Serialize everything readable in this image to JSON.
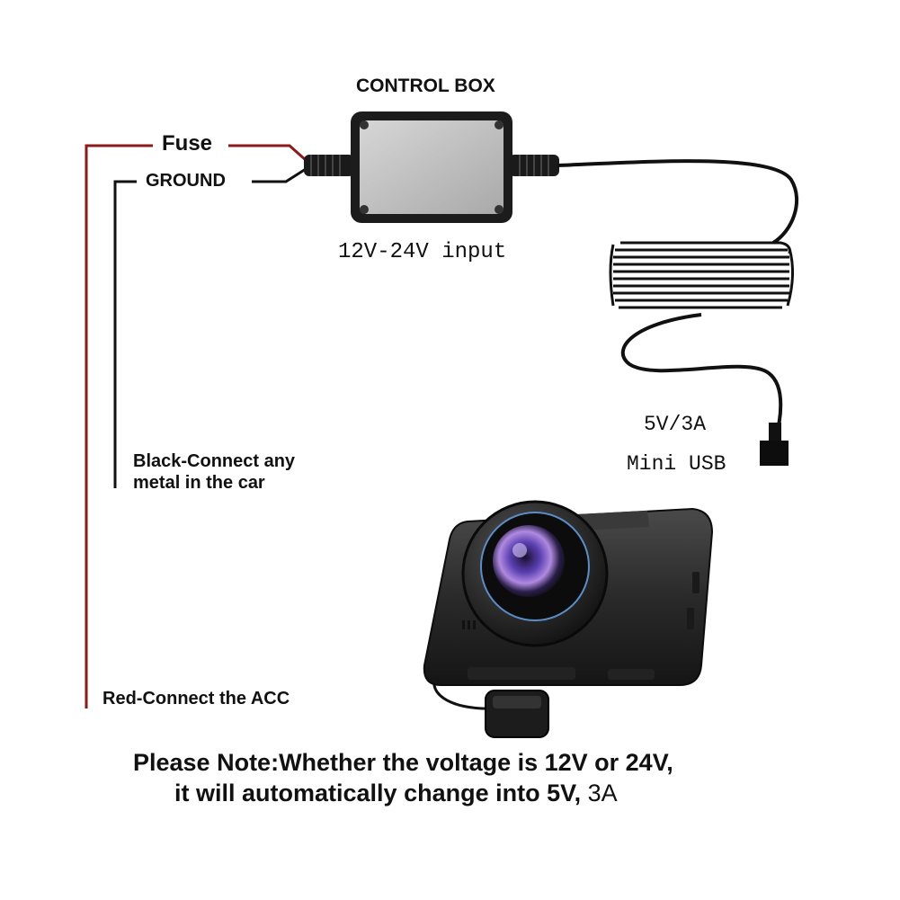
{
  "labels": {
    "control_box": "CONTROL BOX",
    "fuse": "Fuse",
    "ground": "GROUND",
    "input_range": "12V-24V input",
    "output_rating": "5V/3A",
    "output_connector": "Mini USB",
    "black_wire": "Black-Connect any",
    "black_wire_2": "metal in the car",
    "red_wire": "Red-Connect the ACC"
  },
  "note": {
    "line1": "Please Note:Whether the voltage is 12V or 24V,",
    "line2": "it will automatically change into 5V,",
    "line2_tail": "3A"
  },
  "colors": {
    "red_wire": "#8b1a1a",
    "black_wire": "#111111",
    "control_box_body": "#c9c9c9",
    "camera_body": "#2a2a2a",
    "lens_accent": "#7a5cd6"
  }
}
